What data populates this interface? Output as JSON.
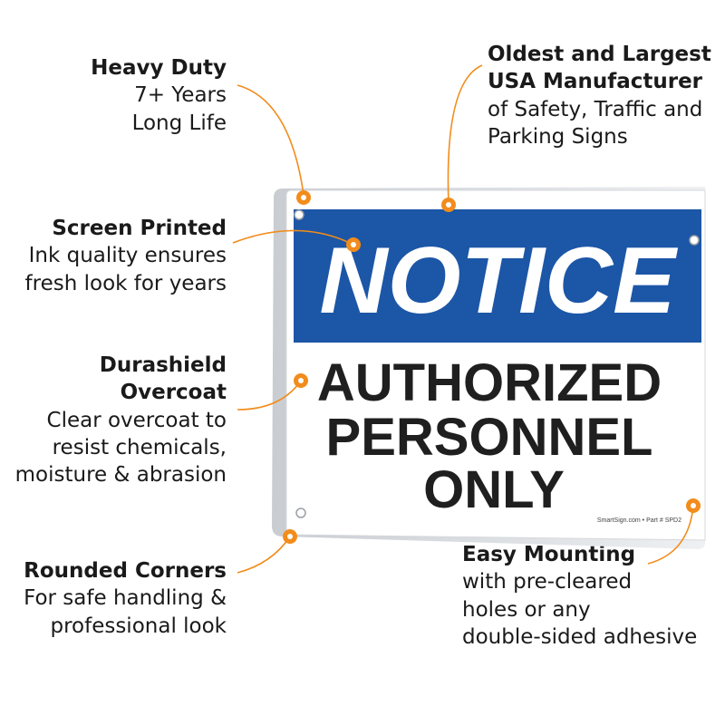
{
  "callouts": {
    "heavy_duty": {
      "title": "Heavy Duty",
      "lines": [
        "7+ Years",
        "Long Life"
      ]
    },
    "screen_printed": {
      "title": "Screen Printed",
      "lines": [
        "Ink quality ensures",
        "fresh look for years"
      ]
    },
    "durashield": {
      "title_lines": [
        "Durashield",
        "Overcoat"
      ],
      "lines": [
        "Clear overcoat to",
        "resist chemicals,",
        "moisture & abrasion"
      ]
    },
    "rounded_corners": {
      "title": "Rounded Corners",
      "lines": [
        "For safe handling &",
        "professional look"
      ]
    },
    "oldest_largest": {
      "title_lines": [
        "Oldest and Largest",
        "USA Manufacturer"
      ],
      "lines": [
        "of Safety, Traffic and",
        "Parking Signs"
      ]
    },
    "easy_mounting": {
      "title": "Easy Mounting",
      "lines": [
        "with pre-cleared",
        "holes or any",
        "double-sided adhesive"
      ]
    }
  },
  "sign": {
    "header": "NOTICE",
    "message_lines": [
      "AUTHORIZED",
      "PERSONNEL",
      "ONLY"
    ],
    "footer": "SmartSign.com • Part # SPD2"
  },
  "colors": {
    "notice_blue": "#1c56a6",
    "accent_orange": "#f28c1c",
    "text_dark": "#1a1a1a"
  }
}
